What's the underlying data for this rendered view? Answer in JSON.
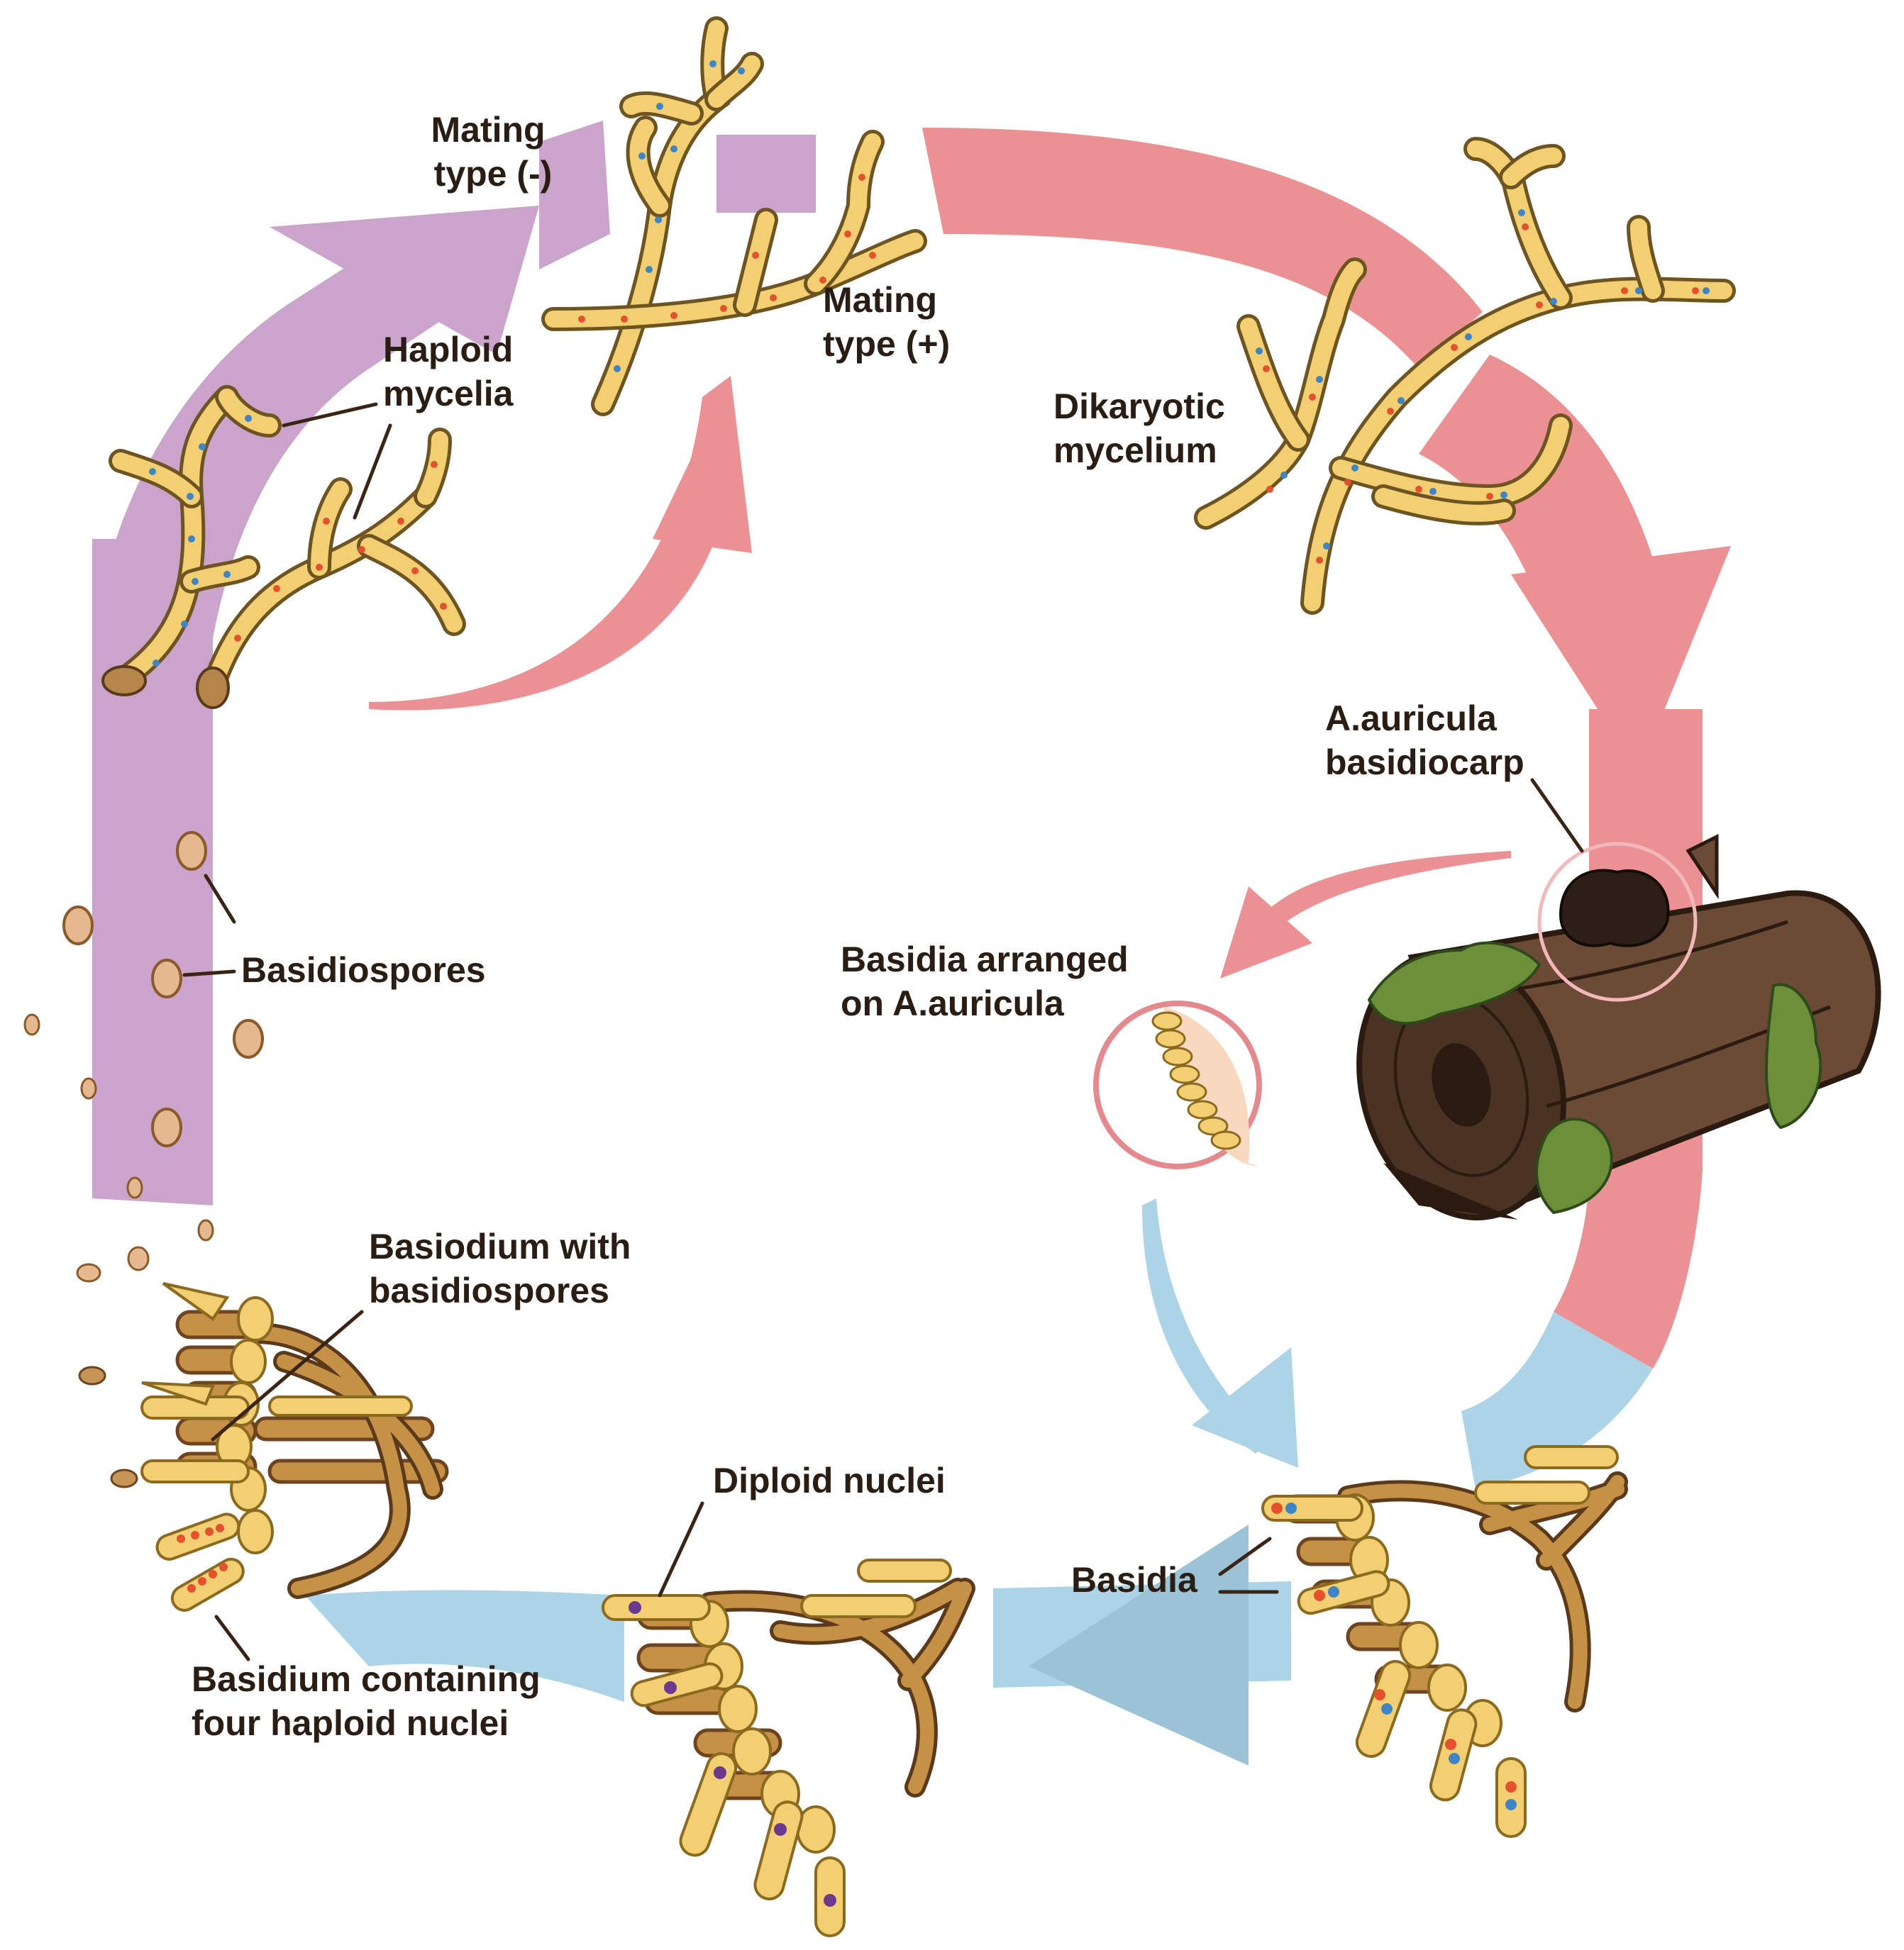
{
  "labels": {
    "mating_minus": [
      "Mating",
      "type (-)"
    ],
    "mating_plus": [
      "Mating",
      "type (+)"
    ],
    "haploid_mycelia": [
      "Haploid",
      "mycelia"
    ],
    "dikaryotic_mycelium": [
      "Dikaryotic",
      "mycelium"
    ],
    "basidiocarp": [
      "A.auricula",
      "basidiocarp"
    ],
    "basidia_arranged": [
      "Basidia arranged",
      "on A.auricula"
    ],
    "basidiospores": "Basidiospores",
    "basiodium_with_spores": [
      "Basiodium with",
      "basidiospores"
    ],
    "diploid_nuclei": "Diploid nuclei",
    "basidia": "Basidia",
    "basidium_four_nuclei": [
      "Basidium containing",
      "four haploid nuclei"
    ]
  },
  "colors": {
    "purple_arrow": "#cba4cc",
    "pink_arrow": "#ec9193",
    "blue_arrow": "#acd3e6",
    "hypha_fill": "#f2cf73",
    "hypha_outline": "#6e5420",
    "nucleus_red": "#e5512c",
    "nucleus_blue": "#3f84c4",
    "nucleus_purple": "#6b3a8f",
    "log_brown": "#5b3f2d",
    "moss_green": "#6d8f3a"
  }
}
